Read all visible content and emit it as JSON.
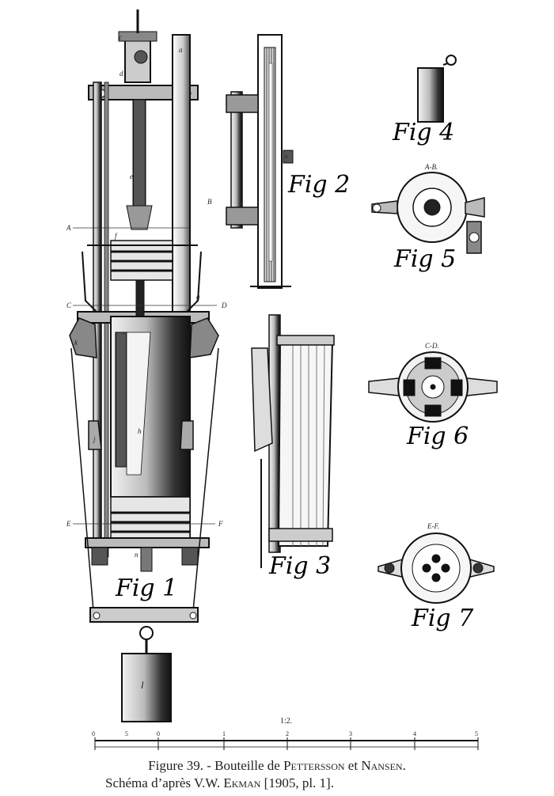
{
  "figures": {
    "fig1": "Fig 1",
    "fig2": "Fig 2",
    "fig3": "Fig 3",
    "fig4": "Fig 4",
    "fig5": "Fig 5",
    "fig6": "Fig 6",
    "fig7": "Fig 7"
  },
  "section_labels": {
    "ab": "A-B.",
    "cd": "C-D.",
    "ef": "E-F."
  },
  "part_letters": {
    "a": "a",
    "b": "B",
    "c": "c",
    "d": "d",
    "e": "e",
    "f": "f",
    "g": "g",
    "h": "h",
    "j": "j",
    "k": "k",
    "l": "l",
    "n": "n",
    "r": "r",
    "s": "s",
    "A": "A",
    "C": "C",
    "D": "D",
    "E": "E",
    "F": "F"
  },
  "scale": {
    "ratio": "1:2.",
    "ticks": [
      "0",
      "5",
      "0",
      "1",
      "2",
      "3",
      "4",
      "5"
    ]
  },
  "caption": {
    "line1_prefix": "Figure 39. - Bouteille de ",
    "author1": "Pettersson",
    "conj": " et ",
    "author2": "Nansen",
    "line1_suffix": ".",
    "line2_prefix": "Schéma d’après V.W. ",
    "author3": "Ekman",
    "line2_suffix": " [1905, pl. 1]."
  }
}
